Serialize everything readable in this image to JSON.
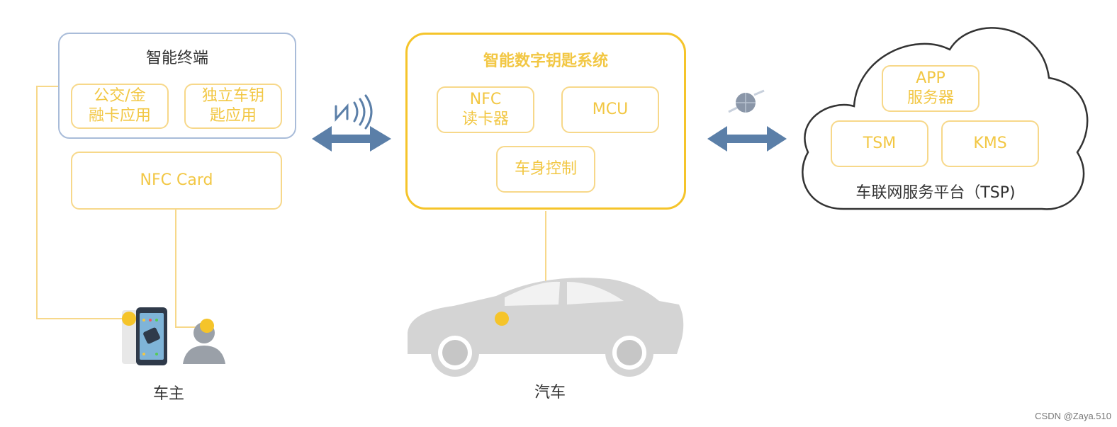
{
  "terminal": {
    "title": "智能终端",
    "bus_finance_app": "公交/金\n融卡应用",
    "standalone_key_app": "独立车钥\n匙应用",
    "nfc_card": "NFC Card"
  },
  "key_system": {
    "title": "智能数字钥匙系统",
    "nfc_reader": "NFC\n读卡器",
    "mcu": "MCU",
    "body_control": "车身控制"
  },
  "tsp": {
    "app_server": "APP\n服务器",
    "tsm": "TSM",
    "kms": "KMS",
    "platform_label": "车联网服务平台（TSP)"
  },
  "labels": {
    "owner": "车主",
    "car": "汽车"
  },
  "watermark": "CSDN @Zaya.510",
  "colors": {
    "yellow": "#f2c744",
    "light_yellow": "#f7d88a",
    "blue_arrow": "#5b7fa8",
    "terminal_border": "#a9bcd9",
    "cloud_border": "#333333",
    "car_gray": "#d0d0d0"
  }
}
